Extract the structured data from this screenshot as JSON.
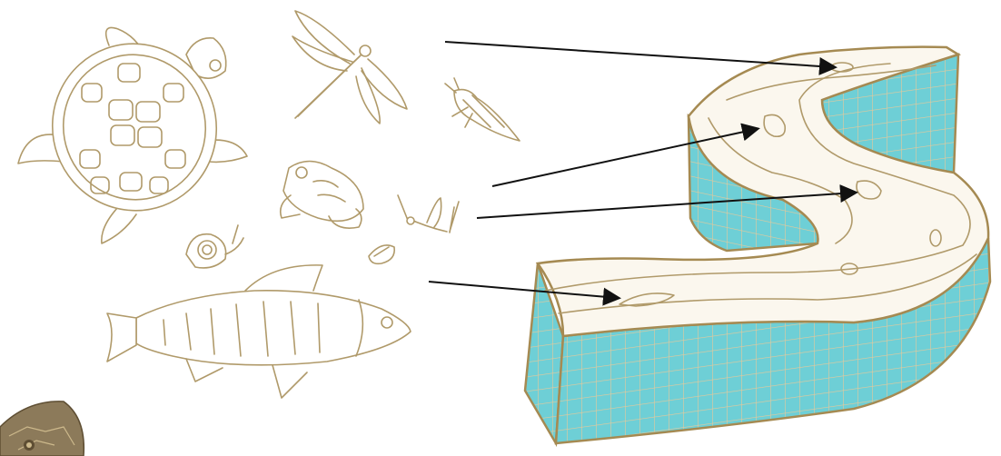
{
  "colors": {
    "outline": "#b09a6a",
    "block_side": "#6ecfd6",
    "block_edge": "#a58a52",
    "grid": "#e6c99a",
    "riverbed_top": "#fbf7ee",
    "arrow": "#111111",
    "background": "#ffffff"
  },
  "organisms": [
    {
      "icon": "turtle-icon"
    },
    {
      "icon": "dragonfly-icon"
    },
    {
      "icon": "water-beetle-larva-icon"
    },
    {
      "icon": "frog-icon"
    },
    {
      "icon": "mayfly-icon"
    },
    {
      "icon": "snail-icon"
    },
    {
      "icon": "clam-icon"
    },
    {
      "icon": "perch-fish-icon"
    },
    {
      "icon": "mosaic-fragment-icon"
    }
  ],
  "stream_block": {
    "icon": "stream-habitat-block-icon"
  },
  "arrows": [
    {
      "from": "dragonfly-icon",
      "to": "habitat-spot-upper"
    },
    {
      "from": "frog-icon",
      "to": "habitat-spot-pool"
    },
    {
      "from": "mayfly-icon",
      "to": "habitat-spot-riffle"
    },
    {
      "from": "perch-fish-icon",
      "to": "habitat-spot-bank"
    }
  ]
}
